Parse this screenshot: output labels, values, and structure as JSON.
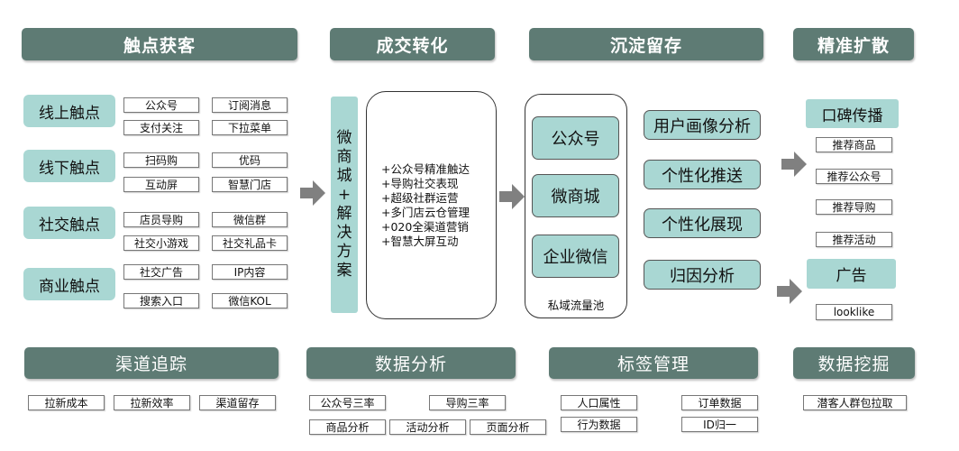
{
  "headers": {
    "touch": "触点获客",
    "convert": "成交转化",
    "retain": "沉淀留存",
    "spread": "精准扩散"
  },
  "touchpoints": [
    {
      "label": "线上触点",
      "tags": [
        "公众号",
        "订阅消息",
        "支付关注",
        "下拉菜单"
      ]
    },
    {
      "label": "线下触点",
      "tags": [
        "扫码购",
        "优码",
        "互动屏",
        "智慧门店"
      ]
    },
    {
      "label": "社交触点",
      "tags": [
        "店员导购",
        "微信群",
        "社交小游戏",
        "社交礼品卡"
      ]
    },
    {
      "label": "商业触点",
      "tags": [
        "社交广告",
        "IP内容",
        "搜索入口",
        "微信KOL"
      ]
    }
  ],
  "solution": {
    "vertical": [
      "微",
      "商",
      "城",
      "+",
      "解",
      "决",
      "方",
      "案"
    ],
    "items": [
      "+公众号精准触达",
      "+导购社交表现",
      "+超级社群运营",
      "+多门店云仓管理",
      "+020全渠道营销",
      "+智慧大屏互动"
    ]
  },
  "pool": {
    "items": [
      "公众号",
      "微商城",
      "企业微信"
    ],
    "caption": "私域流量池"
  },
  "analysis": [
    "用户画像分析",
    "个性化推送",
    "个性化展现",
    "归因分析"
  ],
  "spread": {
    "word_of_mouth": "口碑传播",
    "wom_tags": [
      "推荐商品",
      "推荐公众号",
      "推荐导购",
      "推荐活动"
    ],
    "ads": "广告",
    "ads_tags": [
      "looklike"
    ]
  },
  "bottom": {
    "channel": {
      "title": "渠道追踪",
      "tags": [
        "拉新成本",
        "拉新效率",
        "渠道留存"
      ]
    },
    "data": {
      "title": "数据分析",
      "tags": [
        "公众号三率",
        "导购三率",
        "商品分析",
        "活动分析",
        "页面分析"
      ]
    },
    "label": {
      "title": "标签管理",
      "tags": [
        "人口属性",
        "订单数据",
        "行为数据",
        "ID归一"
      ]
    },
    "mining": {
      "title": "数据挖掘",
      "tags": [
        "潜客人群包拉取"
      ]
    }
  },
  "colors": {
    "header": "#5e7b74",
    "teal": "#a9d7d3",
    "arrow": "#808080"
  }
}
